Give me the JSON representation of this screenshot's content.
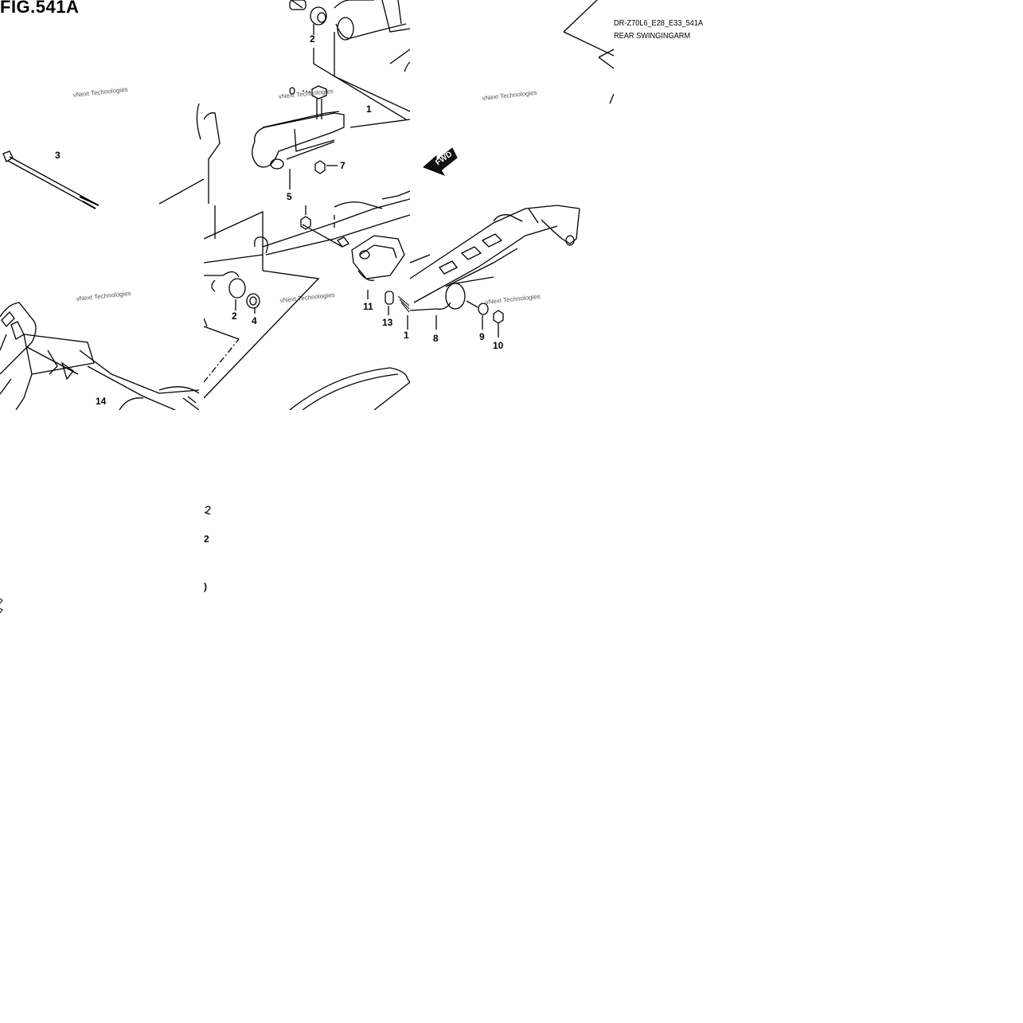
{
  "figure": {
    "title": "FIG.541A",
    "code": "DR-Z70L6_E28_E33_541A",
    "name": "REAR SWINGINGARM"
  },
  "callouts": [
    "1",
    "2",
    "3",
    "4",
    "5",
    "7",
    "8",
    "9",
    "10",
    "11",
    "13",
    "14",
    "2",
    "1",
    "2",
    ")"
  ],
  "arrow": {
    "label": "FWD"
  },
  "watermark": "vNext Technologies"
}
